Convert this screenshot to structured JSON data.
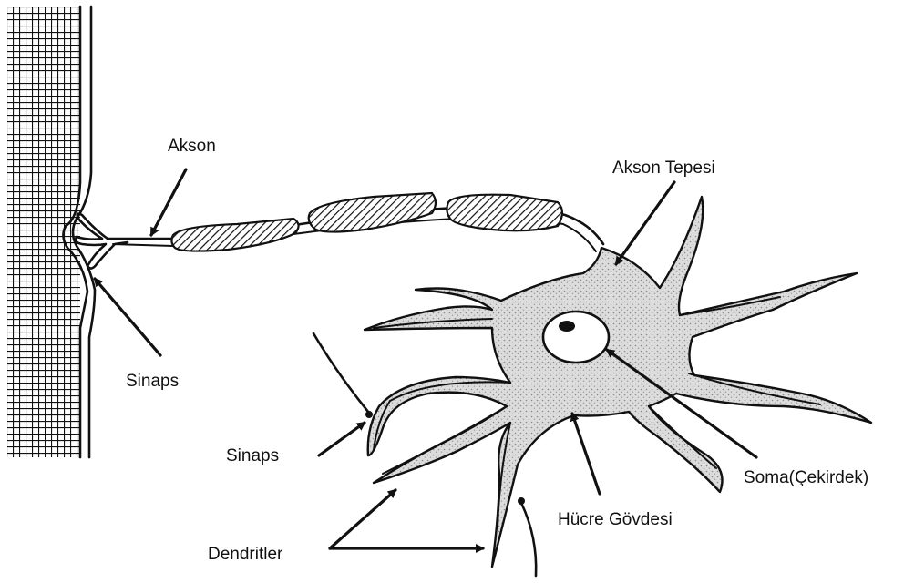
{
  "labels": {
    "akson": "Akson",
    "akson_tepesi": "Akson Tepesi",
    "sinaps_top": "Sinaps",
    "sinaps_bottom": "Sinaps",
    "soma": "Soma(Çekirdek)",
    "hucre_govdesi": "Hücre Gövdesi",
    "dendritler": "Dendritler"
  },
  "colors": {
    "ink": "#111111",
    "cell_fill": "#d9d9d9",
    "background": "#ffffff"
  }
}
